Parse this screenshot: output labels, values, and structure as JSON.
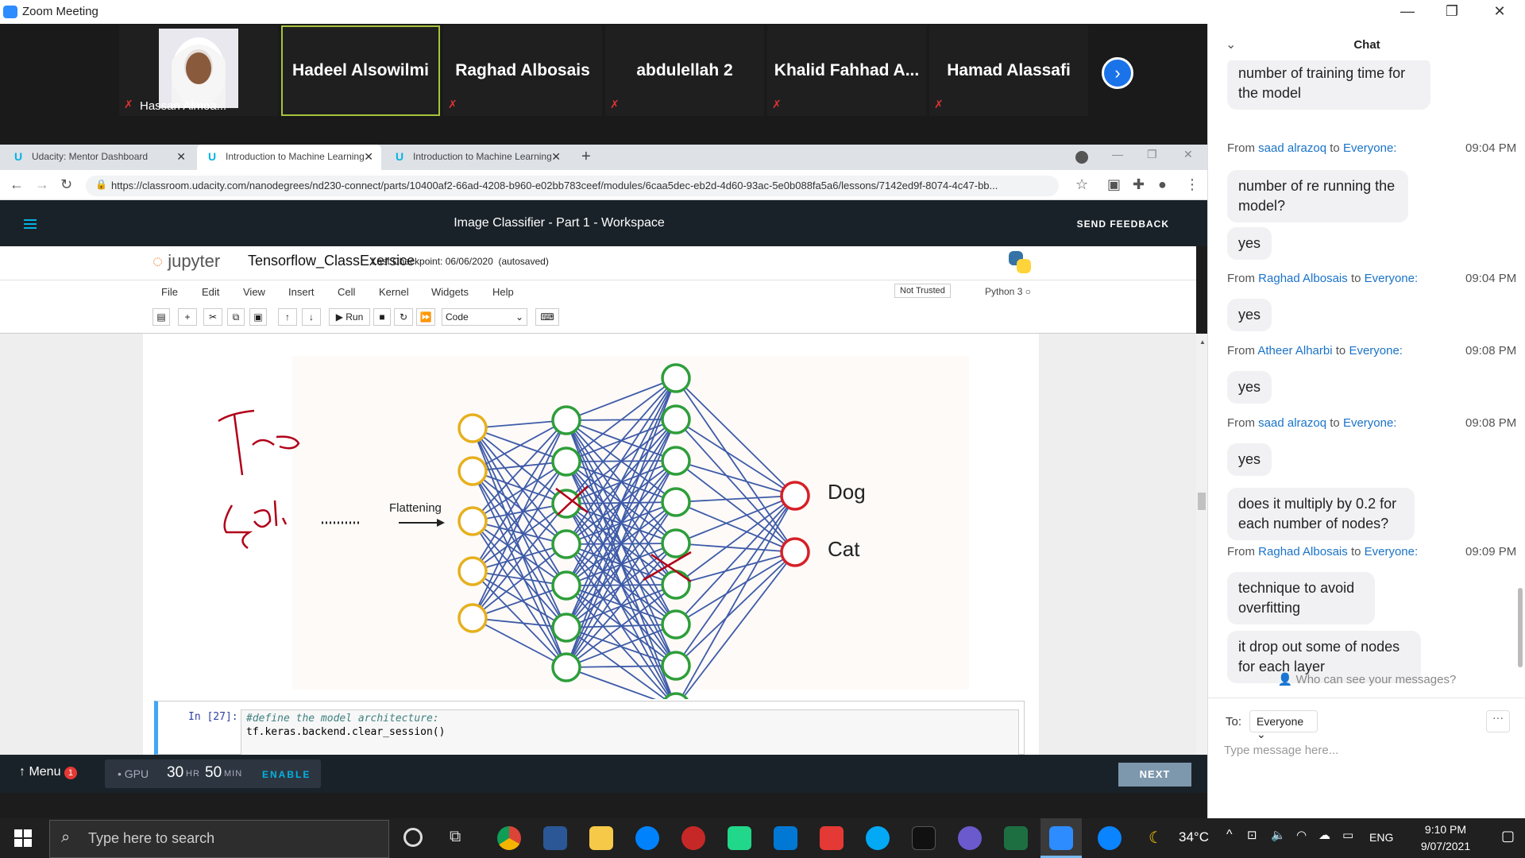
{
  "window": {
    "title": "Zoom Meeting"
  },
  "gallery": {
    "tiles": [
      {
        "name": "Hassan Almoa..."
      },
      {
        "name": "Hadeel Alsowilmi"
      },
      {
        "name": "Raghad Albosais"
      },
      {
        "name": "abdulellah 2"
      },
      {
        "name": "Khalid  Fahhad  A..."
      },
      {
        "name": "Hamad Alassafi"
      }
    ]
  },
  "browser": {
    "tabs": [
      {
        "label": "Udacity: Mentor Dashboard"
      },
      {
        "label": "Introduction to Machine Learning"
      },
      {
        "label": "Introduction to Machine Learning"
      }
    ],
    "url": "https://classroom.udacity.com/nanodegrees/nd230-connect/parts/10400af2-66ad-4208-b960-e02bb783ceef/modules/6caa5dec-eb2d-4d60-93ac-5e0b088fa5a6/lessons/7142ed9f-8074-4c47-bb..."
  },
  "udacity": {
    "title": "Image Classifier - Part 1 - Workspace",
    "feedback": "SEND FEEDBACK",
    "menu_label": "Menu",
    "menu_badge": "1",
    "gpu_label": "GPU",
    "gpu_hours": "30",
    "gpu_hr": "HR",
    "gpu_minutes": "50",
    "gpu_min": "MIN",
    "enable": "ENABLE",
    "next": "NEXT"
  },
  "jupyter": {
    "logo": "jupyter",
    "notebook": "Tensorflow_ClassExersice",
    "checkpoint": "Last Checkpoint: 06/06/2020",
    "autosaved": "(autosaved)",
    "menus": [
      "File",
      "Edit",
      "View",
      "Insert",
      "Cell",
      "Kernel",
      "Widgets",
      "Help"
    ],
    "trusted": "Not Trusted",
    "kernel": "Python 3",
    "run": "Run",
    "cell_type": "Code",
    "cell_prompt": "In [27]:",
    "code_comment": "#define the model architecture:",
    "code_line": "tf.keras.backend.clear_session()"
  },
  "diagram": {
    "flatten_label": "Flattening",
    "out1": "Dog",
    "out2": "Cat"
  },
  "chat": {
    "header": "Chat",
    "partial_bubble": "number of training time for the model",
    "messages": [
      {
        "from": "saad alrazoq",
        "to": "Everyone:",
        "time": "09:04 PM",
        "bubbles": [
          "number of re running the model?",
          "yes"
        ]
      },
      {
        "from": "Raghad Albosais",
        "to": "Everyone:",
        "time": "09:04 PM",
        "bubbles": [
          "yes"
        ]
      },
      {
        "from": "Atheer Alharbi",
        "to": "Everyone:",
        "time": "09:08 PM",
        "bubbles": [
          "yes"
        ]
      },
      {
        "from": "saad alrazoq",
        "to": "Everyone:",
        "time": "09:08 PM",
        "bubbles": [
          "yes",
          "does it multiply by 0.2 for each number of nodes?"
        ]
      },
      {
        "from": "Raghad Albosais",
        "to": "Everyone:",
        "time": "09:09 PM",
        "bubbles": [
          "technique to avoid overfitting",
          "it drop out some of nodes for each layer"
        ]
      }
    ],
    "from_word": "From",
    "to_word": "to",
    "who_can_see": "Who can see your messages?",
    "to_label": "To:",
    "recipient": "Everyone",
    "placeholder": "Type message here..."
  },
  "taskbar": {
    "search": "Type here to search",
    "temp": "34°C",
    "lang": "ENG",
    "time": "9:10 PM",
    "date": "9/07/2021"
  }
}
